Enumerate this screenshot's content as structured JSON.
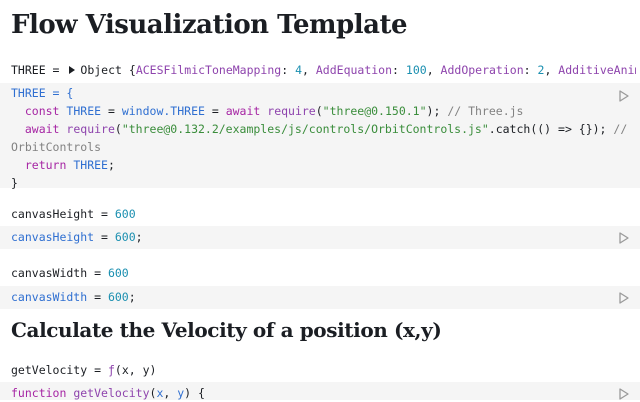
{
  "title": "Flow Visualization Template",
  "three_output": {
    "name": "THREE",
    "eq": " = ",
    "type": "Object",
    "brace": " {",
    "props": [
      {
        "key": "ACESFilmicToneMapping",
        "value": "4"
      },
      {
        "key": "AddEquation",
        "value": "100"
      },
      {
        "key": "AddOperation",
        "value": "2"
      },
      {
        "key": "AdditiveAnimationB",
        "value": ""
      }
    ]
  },
  "three_cell": {
    "line1": "THREE = {",
    "kw_const": "const",
    "const_name": "THREE",
    "window": "window",
    "window_prop": ".THREE",
    "kw_await": "await",
    "require": "require",
    "three_str": "\"three@0.150.1\"",
    "three_cmt": "// Three.js",
    "orbit_str": "\"three@0.132.2/examples/js/controls/OrbitControls.js\"",
    "catch_call": ".catch(() => {});",
    "orbit_cmt_a": "//",
    "orbit_cmt_b": "OrbitControls",
    "kw_return": "return",
    "return_val": "THREE",
    "close": "}"
  },
  "height_output": {
    "name": "canvasHeight",
    "value": "600"
  },
  "height_cell": {
    "name": "canvasHeight",
    "value": "600"
  },
  "width_output": {
    "name": "canvasWidth",
    "value": "600"
  },
  "width_cell": {
    "name": "canvasWidth",
    "value": "600"
  },
  "section_title": "Calculate the Velocity of a position (x,y)",
  "velocity_output": {
    "name": "getVelocity",
    "fn_symbol": "ƒ",
    "params": "(x, y)"
  },
  "velocity_cell": {
    "kw_function": "function",
    "name": "getVelocity",
    "params_open": "(",
    "x": "x",
    "sep": ", ",
    "y": "y",
    "params_close": ") {"
  }
}
